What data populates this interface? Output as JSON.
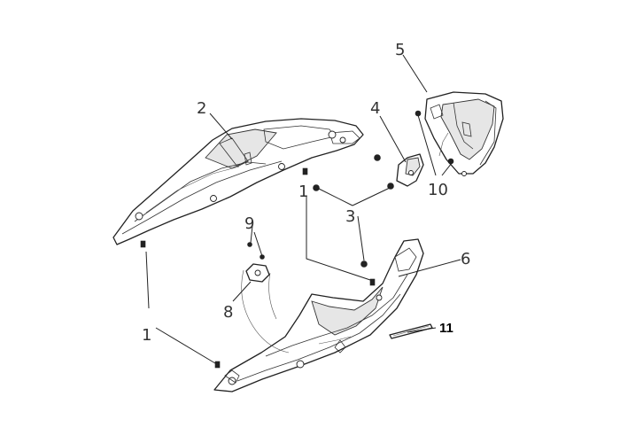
{
  "callouts": {
    "c1a": "1",
    "c1b": "1",
    "c2": "2",
    "c3": "3",
    "c4": "4",
    "c5": "5",
    "c6": "6",
    "c8": "8",
    "c9": "9",
    "c10": "10",
    "c11": "11"
  }
}
